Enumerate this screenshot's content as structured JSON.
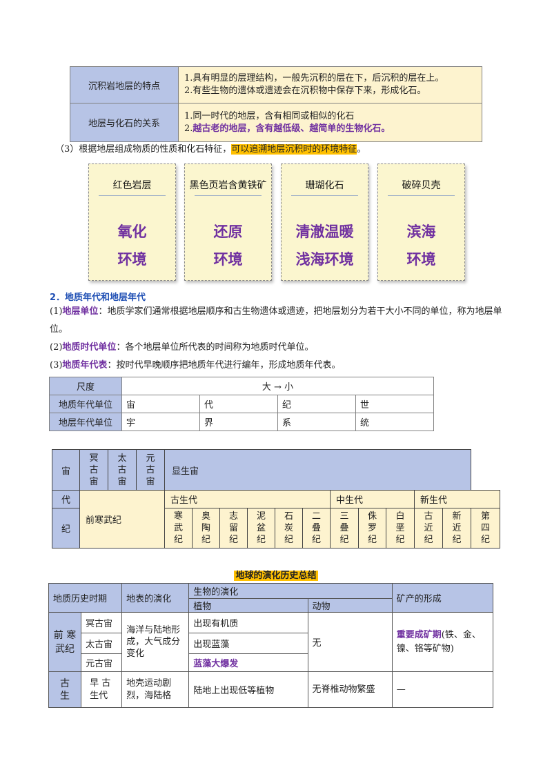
{
  "table1": {
    "rows": [
      {
        "label": "沉积岩地层的特点",
        "lines": [
          "1.具有明显的层理结构，一般先沉积的层在下，后沉积的层在上。",
          "2.有些生物的遗体或遗迹会在沉积物中保存下来，形成化石。"
        ]
      },
      {
        "label": "地层与化石的关系",
        "lines": [
          "1.同一时代的地层，含有相同或相似的化石",
          "2.越古老的地层，含有越低级、越简单的生物化石。"
        ]
      }
    ],
    "highlight_prefix": "2.",
    "highlight_text": "越古老的地层，含有越低级、越简单的生物化石。"
  },
  "para3": {
    "prefix": "（3）根据地层组成物质的性质和化石特征，",
    "highlight": "可以追溯地层沉积时的环境特征",
    "suffix": "。"
  },
  "cards": [
    {
      "title": "红色岩层",
      "l1": "氧化",
      "l2": "环境"
    },
    {
      "title": "黑色页岩含黄铁矿",
      "l1": "还原",
      "l2": "环境"
    },
    {
      "title": "珊瑚化石",
      "l1": "清澈温暖",
      "l2": "浅海环境"
    },
    {
      "title": "破碎贝壳",
      "l1": "滨海",
      "l2": "环境"
    }
  ],
  "section2": {
    "heading": "2．地质年代和地层年代",
    "p1_head": "(1)",
    "p1_key": "地层单位",
    "p1_text": "：地质学家们通常根据地层顺序和古生物遗体或遗迹，把地层划分为若干大小不同的单位，称为地层单位。",
    "p2_head": "(2)",
    "p2_key": "地质时代单位",
    "p2_text": "：各个地层单位所代表的时间称为地质时代单位。",
    "p3_head": "(3)",
    "p3_key": "地质年代表",
    "p3_text": "：按时代早晚顺序把地质年代进行编年，形成地质年代表。"
  },
  "table2": {
    "scale_label": "尺度",
    "scale_value": "大 → 小",
    "rows": [
      {
        "label": "地质年代单位",
        "cells": [
          "宙",
          "代",
          "纪",
          "世"
        ]
      },
      {
        "label": "地层年代单位",
        "cells": [
          "宇",
          "界",
          "系",
          "统"
        ]
      }
    ]
  },
  "table3": {
    "eon": "宙",
    "era": "代",
    "period": "纪",
    "eons": [
      "冥古宙",
      "太古宙",
      "元古宙"
    ],
    "phanerozoic": "显生宙",
    "precambrian": "前寒武纪",
    "eras": [
      "古生代",
      "中生代",
      "新生代"
    ],
    "periods": [
      "寒武纪",
      "奥陶纪",
      "志留纪",
      "泥盆纪",
      "石炭纪",
      "二叠纪",
      "三叠纪",
      "侏罗纪",
      "白垩纪",
      "古近纪",
      "新近纪",
      "第四纪"
    ]
  },
  "table4": {
    "title": "地球的演化历史总结",
    "h_period": "地质历史时期",
    "h_surface": "地表的演化",
    "h_bio": "生物的演化",
    "h_plant": "植物",
    "h_animal": "动物",
    "h_mineral": "矿产的形成",
    "pre_label": "前 寒武纪",
    "pre_eons": [
      "冥古宙",
      "太古宙",
      "元古宙"
    ],
    "pre_surface": "海洋与陆地形成，大气成分变化",
    "pre_plants": [
      "出现有机质",
      "出现蓝藻",
      "蓝藻大爆发"
    ],
    "pre_animal": "无",
    "pre_mineral_key": "重要成矿期",
    "pre_mineral_rest": "(铁、金、镍、铬等矿物)",
    "pal_label": "古生",
    "pal_sub": "早 古生代",
    "pal_surface": "地壳运动剧烈，海陆格",
    "pal_plant": "陆地上出现低等植物",
    "pal_animal": "无脊椎动物繁盛",
    "pal_mineral": "—"
  }
}
